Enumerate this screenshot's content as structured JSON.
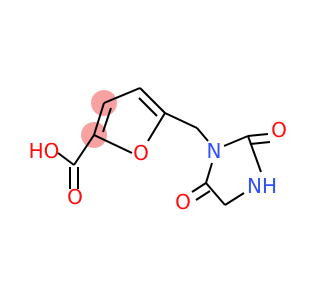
{
  "diagram": {
    "atoms": {
      "oh": "HO",
      "o_carbonyl_acid": "O",
      "o_furan": "O",
      "n_imide": "N",
      "o_carbonyl_urea": "O",
      "nh": "NH",
      "o_carbonyl_ring": "O"
    },
    "colors": {
      "oxygen": "#ff0d0d",
      "nitrogen": "#3050f8",
      "carbon": "#000000",
      "highlight": "#f7a1a1"
    }
  }
}
